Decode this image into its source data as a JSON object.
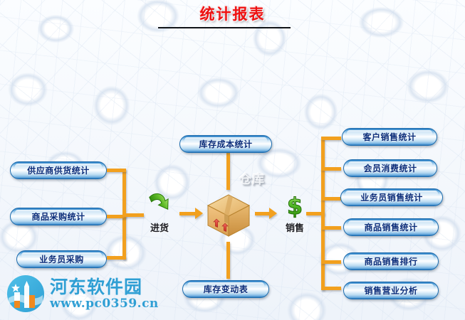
{
  "page": {
    "title": "统计报表"
  },
  "colors": {
    "title_red": "#ee1111",
    "connector_orange": "#f2a01e",
    "pill_border_blue": "#1c6cae",
    "pill_text_navy": "#0b2d7a",
    "watermark_teal": "#2f9fd4",
    "arrow_green": "#5bbf2a",
    "box_tan": "#e8b265",
    "background": "#f3f7fc"
  },
  "flow": {
    "inbound": {
      "icon": "green-down-arrow-icon",
      "label": "进货"
    },
    "warehouse": {
      "icon": "cardboard-box-icon",
      "label": "仓库"
    },
    "sales": {
      "icon": "green-dollar-sign-icon",
      "label": "销售"
    }
  },
  "purchase_reports": [
    {
      "id": "supplier-supply-stats",
      "label": "供应商供货统计"
    },
    {
      "id": "product-purchase-stats",
      "label": "商品采购统计"
    },
    {
      "id": "salesperson-purchase",
      "label": "业务员采购"
    }
  ],
  "inventory_reports": {
    "top": {
      "id": "inventory-cost-stats",
      "label": "库存成本统计"
    },
    "bottom": {
      "id": "inventory-change-table",
      "label": "库存变动表"
    }
  },
  "sales_reports": [
    {
      "id": "customer-sales-stats",
      "label": "客户销售统计"
    },
    {
      "id": "member-consumption-stats",
      "label": "会员消费统计"
    },
    {
      "id": "salesperson-sales-stats",
      "label": "业务员销售统计"
    },
    {
      "id": "product-sales-stats",
      "label": "商品销售统计"
    },
    {
      "id": "product-sales-ranking",
      "label": "商品销售排行"
    },
    {
      "id": "sales-business-analysis",
      "label": "销售营业分析"
    }
  ],
  "watermark": {
    "site_name": "河东软件园",
    "url": "www.pc0359.cn"
  }
}
